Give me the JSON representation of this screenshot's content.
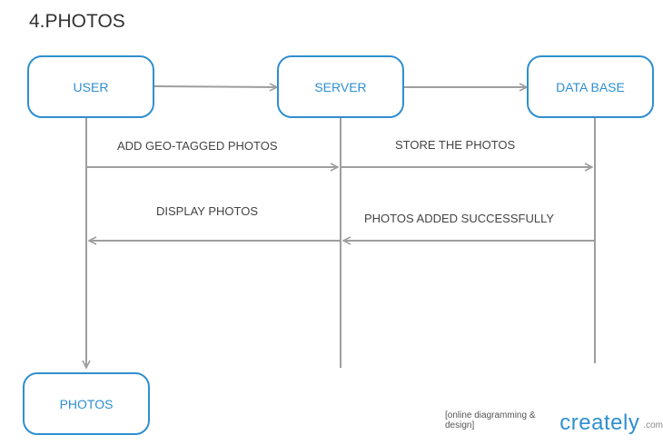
{
  "title": "4.PHOTOS",
  "nodes": {
    "user": "USER",
    "server": "SERVER",
    "database": "DATA BASE",
    "photos": "PHOTOS"
  },
  "messages": {
    "add_photos": "ADD GEO-TAGGED PHOTOS",
    "store_photos": "STORE THE PHOTOS",
    "display_photos": "DISPLAY PHOTOS",
    "added_successfully": "PHOTOS ADDED SUCCESSFULLY"
  },
  "watermark": {
    "tagline": "[online diagramming & design]",
    "logo": "creately",
    "suffix": ".com"
  },
  "colors": {
    "node_border": "#2f8fcf",
    "connector": "#9e9e9e"
  }
}
